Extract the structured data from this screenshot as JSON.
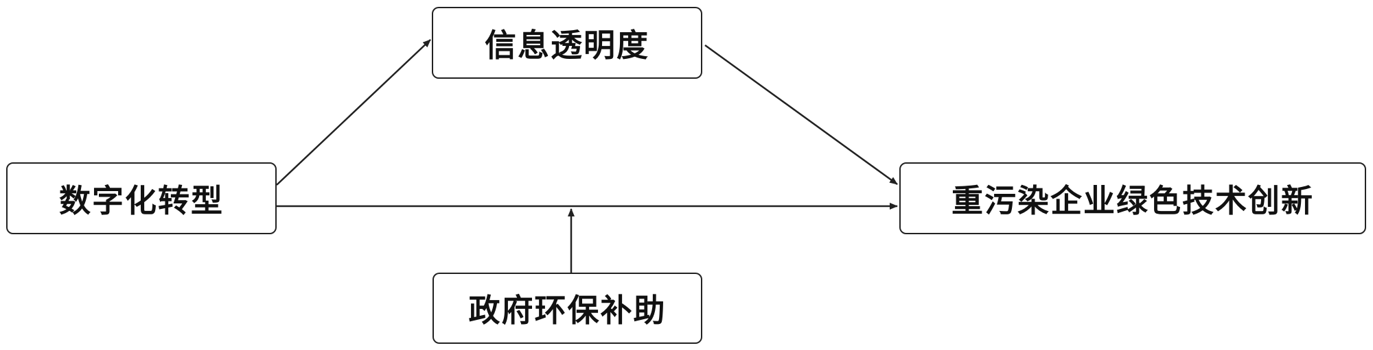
{
  "nodes": {
    "info_transparency": {
      "label": "信息透明度"
    },
    "digital_transformation": {
      "label": "数字化转型"
    },
    "green_innovation": {
      "label": "重污染企业绿色技术创新"
    },
    "subsidy": {
      "label": "政府环保补助"
    }
  },
  "colors": {
    "stroke": "#222222",
    "background": "#ffffff"
  }
}
